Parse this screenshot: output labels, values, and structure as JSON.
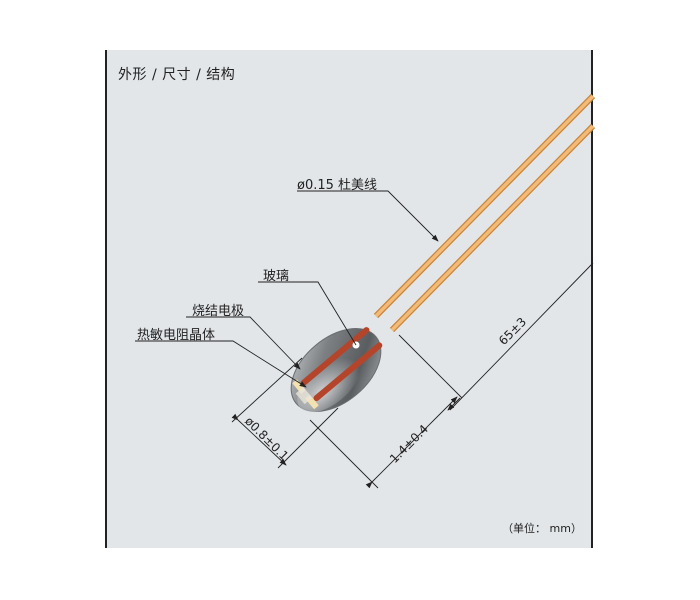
{
  "panel": {
    "title": "外形 / 尺寸 / 结构",
    "unit_note": "（单位： mm）",
    "background": "#e3e6e9"
  },
  "callouts": [
    {
      "id": "wire",
      "label": "ø0.15 杜美线"
    },
    {
      "id": "glass",
      "label": "玻璃"
    },
    {
      "id": "electrode",
      "label": "烧结电极"
    },
    {
      "id": "chip",
      "label": "热敏电阻晶体"
    }
  ],
  "dimensions": {
    "bead_diameter": "ø0.8±0.1",
    "bead_length": "1.4±0.4",
    "lead_length": "65±3"
  },
  "colors": {
    "wire": "#f0b46e",
    "wire_edge": "#c8843a",
    "glass": "#8a8d90",
    "inner_wire": "#b4452a",
    "line": "#222222"
  }
}
